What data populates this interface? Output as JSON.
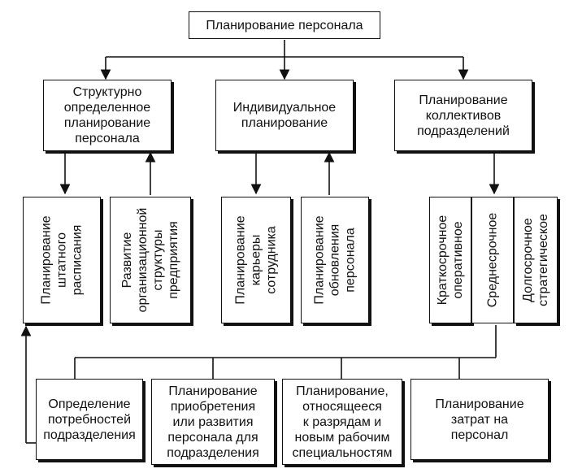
{
  "title": "Планирование персонала",
  "categories": [
    "Структурно\nопределенное\nпланирование\nперсонала",
    "Индивидуальное\nпланирование",
    "Планирование\nколлективов\nподразделений"
  ],
  "sub_items": [
    "Планирование\nштатного\nрасписания",
    "Развитие\nорганизационной\nструктуры\nпредприятия",
    "Планирование\nкарьеры\nсотрудника",
    "Планирование\nобновления\nперсонала",
    "Краткосрочное\nоперативное",
    "Среднесрочное",
    "Долгосрочное\nстратегическое"
  ],
  "bottom_items": [
    "Определение\nпотребностей\nподразделения",
    "Планирование\nприобретения\nили развития\nперсонала для\nподразделения",
    "Планирование,\nотносящееся\nк разрядам и\nновым рабочим\nспециальностям",
    "Планирование\nзатрат на\nперсонал"
  ]
}
